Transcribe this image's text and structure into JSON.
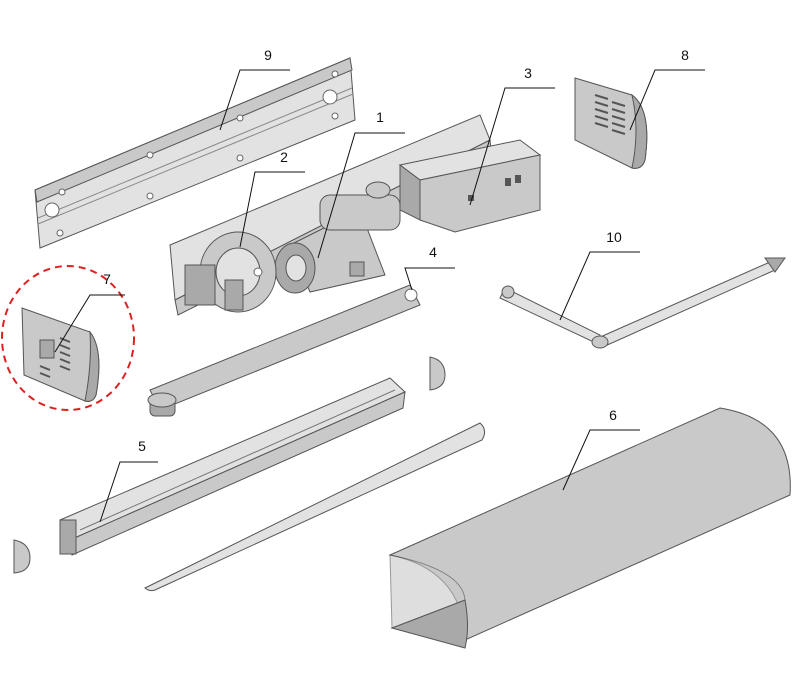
{
  "diagram": {
    "callouts": [
      {
        "id": "1",
        "label": "1"
      },
      {
        "id": "2",
        "label": "2"
      },
      {
        "id": "3",
        "label": "3"
      },
      {
        "id": "4",
        "label": "4"
      },
      {
        "id": "5",
        "label": "5"
      },
      {
        "id": "6",
        "label": "6"
      },
      {
        "id": "7",
        "label": "7"
      },
      {
        "id": "8",
        "label": "8"
      },
      {
        "id": "9",
        "label": "9"
      },
      {
        "id": "10",
        "label": "10"
      }
    ],
    "highlight": {
      "target": "7",
      "style": "dashed-circle",
      "color": "#e02020"
    },
    "colors": {
      "part": "#c9c9c9",
      "outline": "#555555",
      "leader": "#111111",
      "background": "#ffffff"
    }
  }
}
